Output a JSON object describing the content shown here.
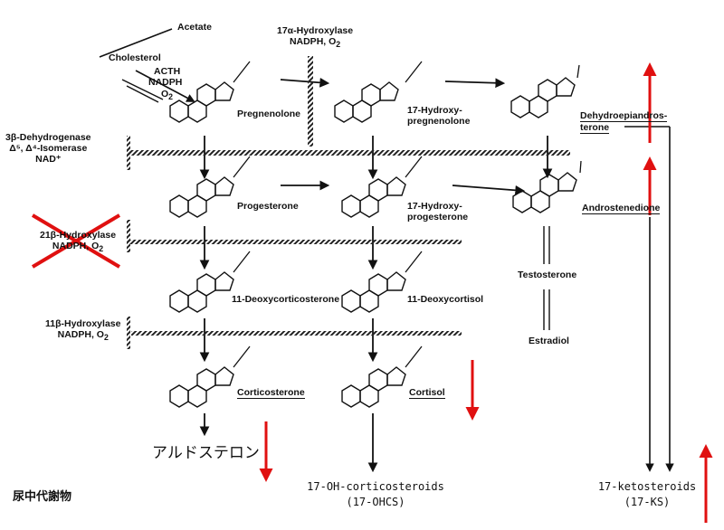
{
  "reactants": {
    "acetate": "Acetate",
    "cholesterol": "Cholesterol",
    "acth": "ACTH",
    "nadph": "NADPH",
    "o2": "O",
    "o2_sub": "2"
  },
  "enzymes": {
    "hydroxylase_17a": {
      "line1": "17α-Hydroxylase",
      "line2": "NADPH, O",
      "sub": "2"
    },
    "dehydrogenase_3b": {
      "line1": "3β-Dehydrogenase",
      "line2": "Δ⁵, Δ⁴-Isomerase",
      "line3": "NAD⁺"
    },
    "hydroxylase_21b": {
      "line1": "21β-Hydroxylase",
      "line2": "NADPH, O",
      "sub": "2",
      "state": "blocked"
    },
    "hydroxylase_11b": {
      "line1": "11β-Hydroxylase",
      "line2": "NADPH, O",
      "sub": "2"
    }
  },
  "compounds": {
    "pregnenolone": "Pregnenolone",
    "hydroxypregnenolone": {
      "line1": "17-Hydroxy-",
      "line2": "pregnenolone"
    },
    "dhea": {
      "line1": "Dehydroepiandros-",
      "line2": "terone"
    },
    "progesterone": "Progesterone",
    "hydroxyprogesterone": {
      "line1": "17-Hydroxy-",
      "line2": "progesterone"
    },
    "androstenedione": "Androstenedione",
    "testosterone": "Testosterone",
    "estradiol": "Estradiol",
    "deoxycorticosterone": "11-Deoxycorticosterone",
    "deoxycortisol": "11-Deoxycortisol",
    "corticosterone": "Corticosterone",
    "cortisol": "Cortisol"
  },
  "outputs": {
    "aldosterone": "アルドステロン",
    "urinary_metabolites": "尿中代謝物",
    "ohcs": {
      "line1": "17-OH-corticosteroids",
      "line2": "(17-OHCS)"
    },
    "ks": {
      "line1": "17-ketosteroids",
      "line2": "(17-KS)"
    }
  },
  "indicators": {
    "increase_color": "#e01010",
    "decrease_color": "#e01010",
    "block_mark_color": "#e01010"
  }
}
